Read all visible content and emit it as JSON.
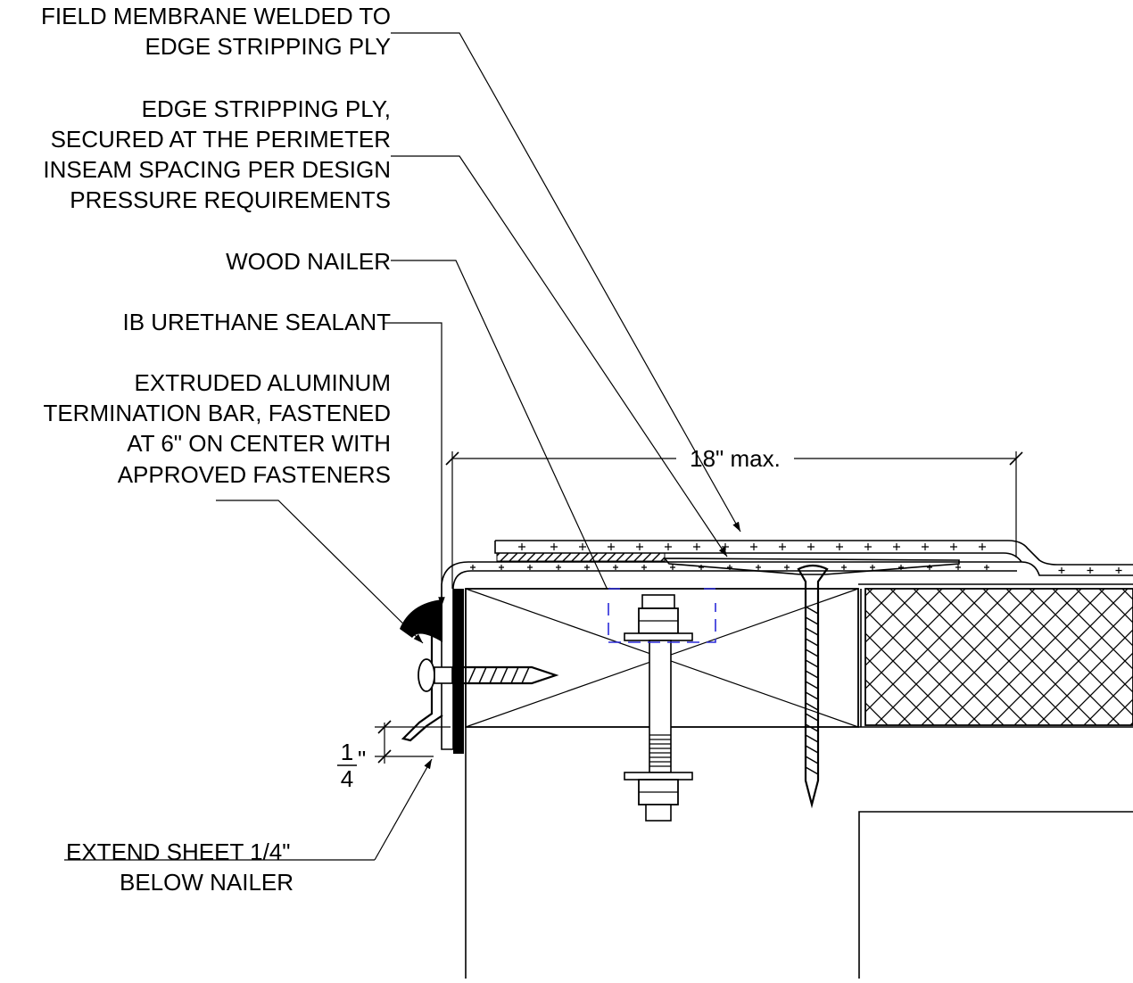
{
  "labels": {
    "field_membrane_1": "FIELD MEMBRANE WELDED TO",
    "field_membrane_2": "EDGE STRIPPING PLY",
    "edge_strip_1": "EDGE STRIPPING PLY,",
    "edge_strip_2": "SECURED AT THE PERIMETER",
    "edge_strip_3": "INSEAM SPACING PER DESIGN",
    "edge_strip_4": "PRESSURE REQUIREMENTS",
    "wood_nailer": "WOOD NAILER",
    "sealant": "IB URETHANE SEALANT",
    "term_bar_1": "EXTRUDED ALUMINUM",
    "term_bar_2": "TERMINATION BAR, FASTENED",
    "term_bar_3": "AT 6\" ON CENTER WITH",
    "term_bar_4": "APPROVED FASTENERS",
    "extend_1": "EXTEND SHEET 1/4\"",
    "extend_2": "BELOW NAILER"
  },
  "dimensions": {
    "span": "18\" max.",
    "frac_num": "1",
    "frac_den": "4",
    "frac_unit": "\""
  }
}
